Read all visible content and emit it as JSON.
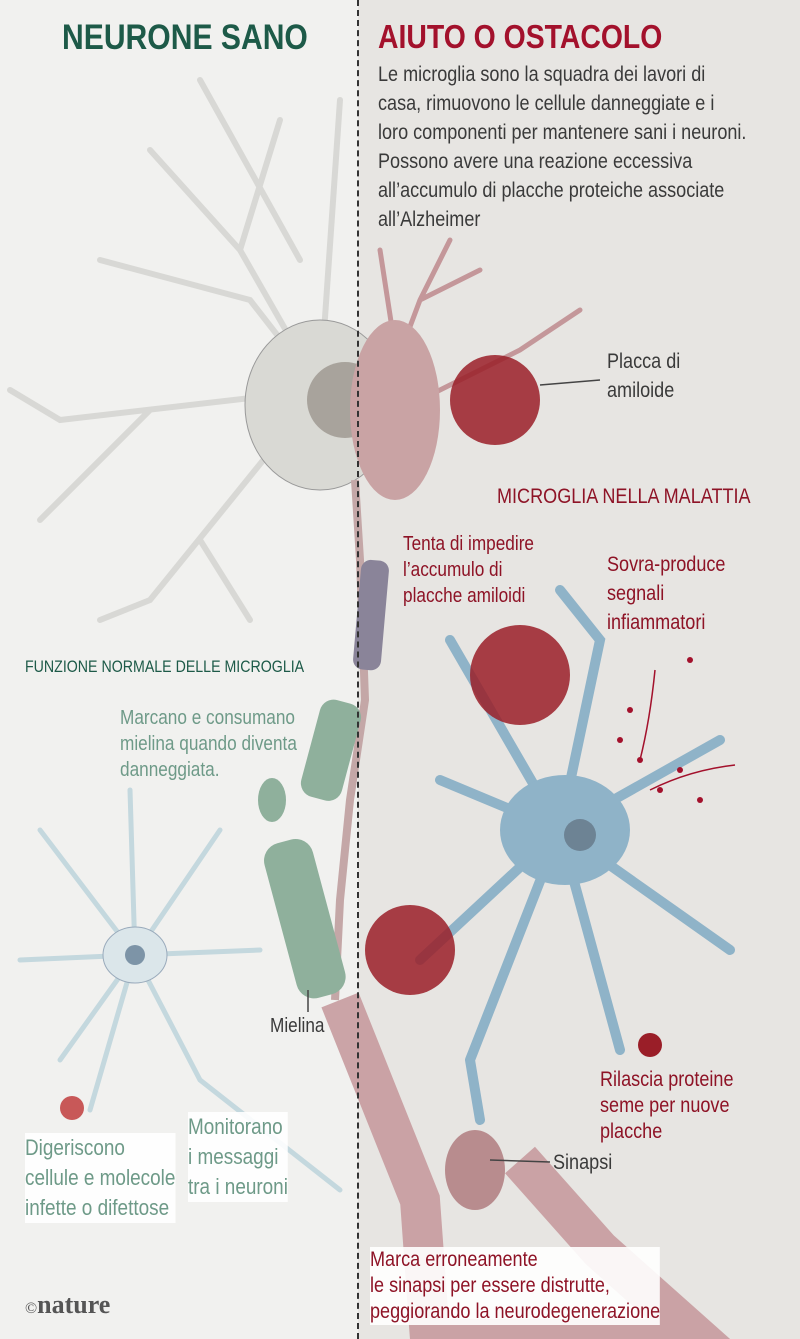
{
  "left_title": "NEURONE SANO",
  "right_title": "AIUTO O OSTACOLO",
  "intro_lines": [
    "Le microglia sono la squadra dei lavori di",
    "casa, rimuovono le cellule danneggiate e i",
    "loro componenti per mantenere sani i neuroni.",
    "Possono avere una reazione eccessiva",
    "all’accumulo di placche proteiche associate",
    "all’Alzheimer"
  ],
  "labels": {
    "plaque": [
      "Placca di",
      "amiloide"
    ],
    "disease_heading": "MICROGLIA NELLA MALATTIA",
    "prevent": [
      "Tenta di impedire",
      "l’accumulo di",
      "placche amiloidi"
    ],
    "inflammatory": [
      "Sovra-produce",
      "segnali",
      "infiammatori"
    ],
    "normal_heading": "FUNZIONE NORMALE DELLE MICROGLIA",
    "myelin_action": [
      "Marcano e consumano",
      "mielina quando diventa",
      "danneggiata."
    ],
    "myelin": "Mielina",
    "seeds": [
      "Rilascia proteine",
      "seme per nuove",
      "placche"
    ],
    "synapse": "Sinapsi",
    "digest": [
      "Digeriscono",
      "cellule e molecole",
      "infette o difettose"
    ],
    "monitor": [
      "Monitorano",
      "i messaggi",
      "tra i neuroni"
    ],
    "mark": [
      "Marca erroneamente",
      "le sinapsi per essere distrutte,",
      "peggiorando la neurodegenerazione"
    ]
  },
  "logo": {
    "symbol": "©",
    "name": "nature"
  },
  "colors": {
    "green": "#1d5a48",
    "red": "#a3112c",
    "microglia_blue": "#8fb3c8",
    "plaque": "#8e1a24",
    "neuron_pink": "#c4979a"
  }
}
